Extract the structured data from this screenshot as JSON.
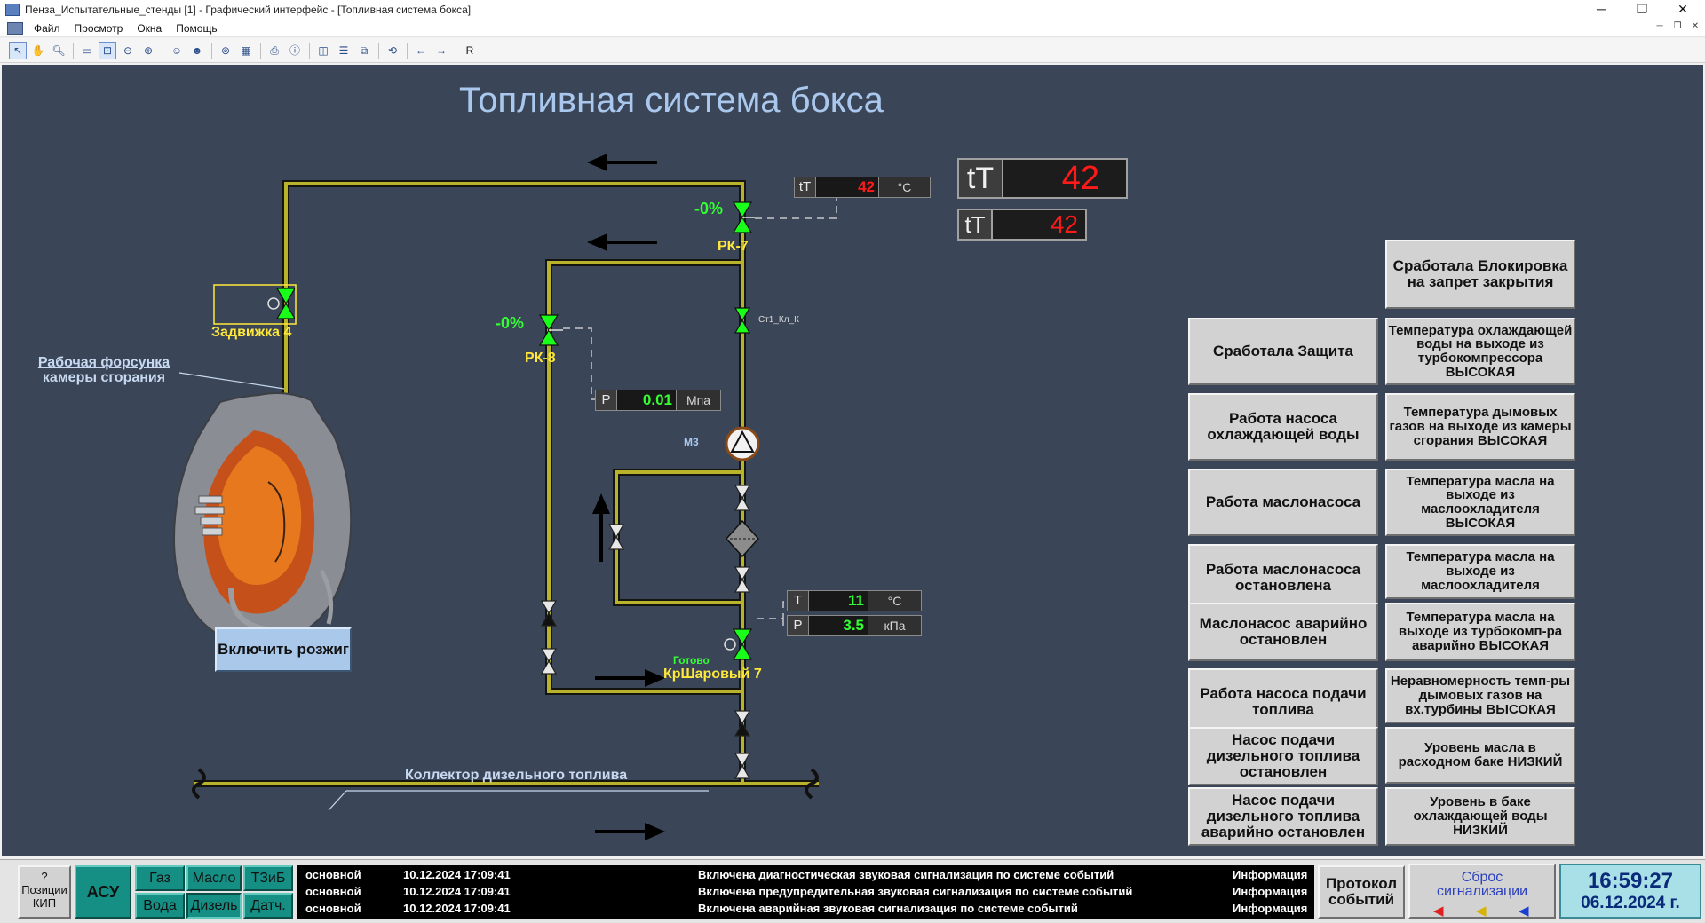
{
  "window": {
    "title": "Пенза_Испытательные_стенды [1] - Графический интерфейс - [Топливная система бокса]",
    "minimize_glyph": "─",
    "restore_glyph": "❐",
    "close_glyph": "✕"
  },
  "menu": [
    "Файл",
    "Просмотр",
    "Окна",
    "Помощь"
  ],
  "toolbar": {
    "last_button_label": "R"
  },
  "screen": {
    "title": "Топливная система бокса",
    "ignite_button": "Включить розжиг",
    "nozzle_label_line1": "Рабочая форсунка",
    "nozzle_label_line2": "камеры сгорания",
    "collector_label": "Коллектор дизельного топлива",
    "pump_label": "М3",
    "small_valve_tag": "Ст1_Кл_К",
    "ready_label": "Готово"
  },
  "valves": {
    "rk7": {
      "label": "РК-7",
      "percent": "-0%"
    },
    "rk8": {
      "label": "РК-8",
      "percent": "-0%"
    },
    "gate4": {
      "label": "Задвижка 4"
    },
    "ball7": {
      "label": "КрШаровый 7"
    }
  },
  "readouts": {
    "tt_small": {
      "label": "tT",
      "value": "42",
      "unit": "°C"
    },
    "tt_big1": {
      "label": "tT",
      "value": "42"
    },
    "tt_big2": {
      "label": "tT",
      "value": "42"
    },
    "p_main": {
      "label": "P",
      "value": "0.01",
      "unit": "Мпа"
    },
    "t_low": {
      "label": "T",
      "value": "11",
      "unit": "°C"
    },
    "p_low": {
      "label": "P",
      "value": "3.5",
      "unit": "кПа"
    }
  },
  "alarms_left": [
    "Сработала Защита",
    "Работа насоса охлаждающей воды",
    "Работа маслонасоса",
    "Работа маслонасоса остановлена",
    "Маслонасос аварийно остановлен",
    "Работа насоса подачи топлива",
    "Насос подачи дизельного топлива остановлен",
    "Насос подачи дизельного топлива аварийно остановлен"
  ],
  "alarms_right": [
    "Сработала Блокировка на запрет закрытия",
    "Температура охлаждающей воды на выходе из турбокомпрессора ВЫСОКАЯ",
    "Температура дымовых газов на выходе из камеры сгорания ВЫСОКАЯ",
    "Температура масла на выходе из маслоохладителя ВЫСОКАЯ",
    "Температура масла на выходе из маслоохладителя",
    "Температура масла на выходе из турбокомп-ра аварийно ВЫСОКАЯ",
    "Неравномерность темп-ры дымовых газов на вх.турбины ВЫСОКАЯ",
    "Уровень масла в расходном баке НИЗКИЙ",
    "Уровень в баке охлаждающей воды НИЗКИЙ"
  ],
  "bottom": {
    "positions_button": {
      "mark": "?",
      "line1": "Позиции",
      "line2": "КИП"
    },
    "asu": "АСУ",
    "nav": [
      "Газ",
      "Масло",
      "ТЗиБ",
      "Вода",
      "Дизель",
      "Датч."
    ],
    "events": [
      {
        "type": "основной",
        "time": "10.12.2024 17:09:41",
        "text": "Включена диагностическая звуковая сигнализация по системе событий",
        "level": "Информация"
      },
      {
        "type": "основной",
        "time": "10.12.2024 17:09:41",
        "text": "Включена предупредительная звуковая сигнализация по системе событий",
        "level": "Информация"
      },
      {
        "type": "основной",
        "time": "10.12.2024 17:09:41",
        "text": "Включена аварийная звуковая сигнализация по системе событий",
        "level": "Информация"
      }
    ],
    "protocol_line1": "Протокол",
    "protocol_line2": "событий",
    "reset_line1": "Сброс",
    "reset_line2": "сигнализации",
    "clock_time": "16:59:27",
    "clock_date": "06.12.2024 г."
  },
  "colors": {
    "background": "#3a4657",
    "pipe": "#b8b32a",
    "valve_open": "#1aff1a",
    "alarm_value": "#ff1a1a",
    "ok_value": "#33ff33",
    "label_yellow": "#ffe83a",
    "nav_teal": "#158f84"
  }
}
